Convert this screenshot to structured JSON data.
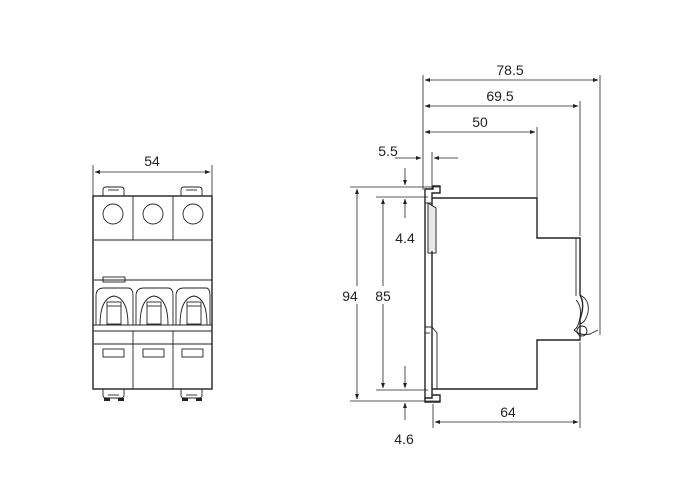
{
  "front_view": {
    "width_label": "54"
  },
  "side_view": {
    "depth_total_label": "78.5",
    "depth_mid_label": "69.5",
    "depth_front_label": "50",
    "offset_top_label": "5.5",
    "clip_top_label": "4.4",
    "height_total_label": "94",
    "height_inner_label": "85",
    "clip_bottom_label": "4.6",
    "depth_bottom_label": "64"
  },
  "colors": {
    "line": "#222222",
    "background": "#ffffff"
  }
}
